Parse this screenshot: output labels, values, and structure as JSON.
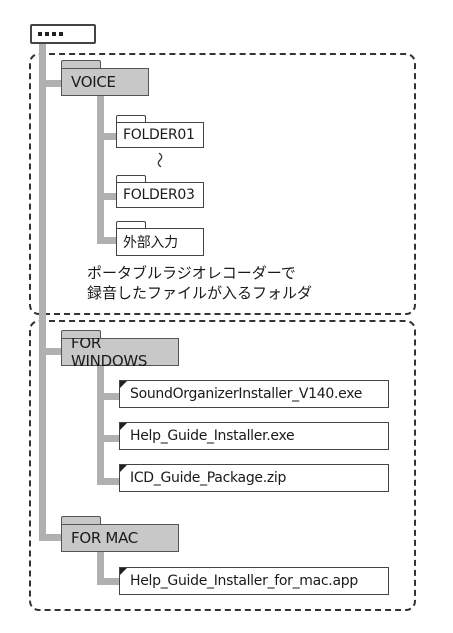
{
  "device": {
    "icon": "device-icon"
  },
  "voice": {
    "label": "VOICE",
    "folders": [
      {
        "label": "FOLDER01"
      },
      {
        "label": "FOLDER03"
      },
      {
        "label": "外部入力"
      }
    ],
    "ellipsis": "〜",
    "note_line1": "ポータブルラジオレコーダーで",
    "note_line2": "録音したファイルが入るフォルダ"
  },
  "windows": {
    "label": "FOR WINDOWS",
    "files": [
      {
        "label": "SoundOrganizerInstaller_V140.exe"
      },
      {
        "label": "Help_Guide_Installer.exe"
      },
      {
        "label": "ICD_Guide_Package.zip"
      }
    ]
  },
  "mac": {
    "label": "FOR MAC",
    "files": [
      {
        "label": "Help_Guide_Installer_for_mac.app"
      }
    ]
  },
  "colors": {
    "folder_gray": "#c8c8c8",
    "line_gray": "#b0b0b0",
    "border": "#333333"
  }
}
